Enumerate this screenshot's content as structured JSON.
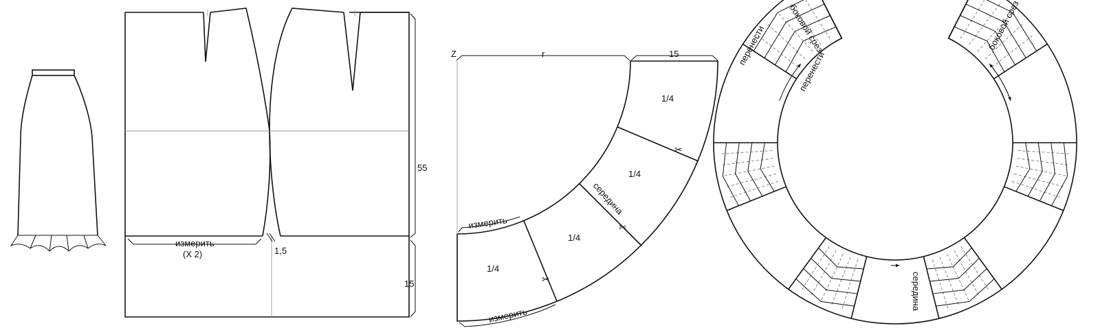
{
  "figure": {
    "skirt_front_view": {},
    "skirt_pattern": {
      "dim_height": "55",
      "dim_flounce": "15",
      "dim_gap": "1,5",
      "measure_label": "измерить",
      "measure_multiplier": "(X 2)"
    },
    "quarter_flounce": {
      "center_label": "Z",
      "radius_label": "r",
      "width_label": "15",
      "quarter_labels": [
        "1/4",
        "1/4",
        "1/4",
        "1/4"
      ],
      "middle_label": "середина",
      "measure_top_label": "измерить",
      "measure_bottom_label": "измерить"
    },
    "full_flounce": {
      "side_seam_left": "боковой срез",
      "side_seam_right": "боковой срез",
      "transfer_left": "перенести",
      "transfer_inner": "перенести",
      "middle_label": "середина"
    }
  },
  "colors": {
    "line": "#111111",
    "guide": "#999999"
  }
}
